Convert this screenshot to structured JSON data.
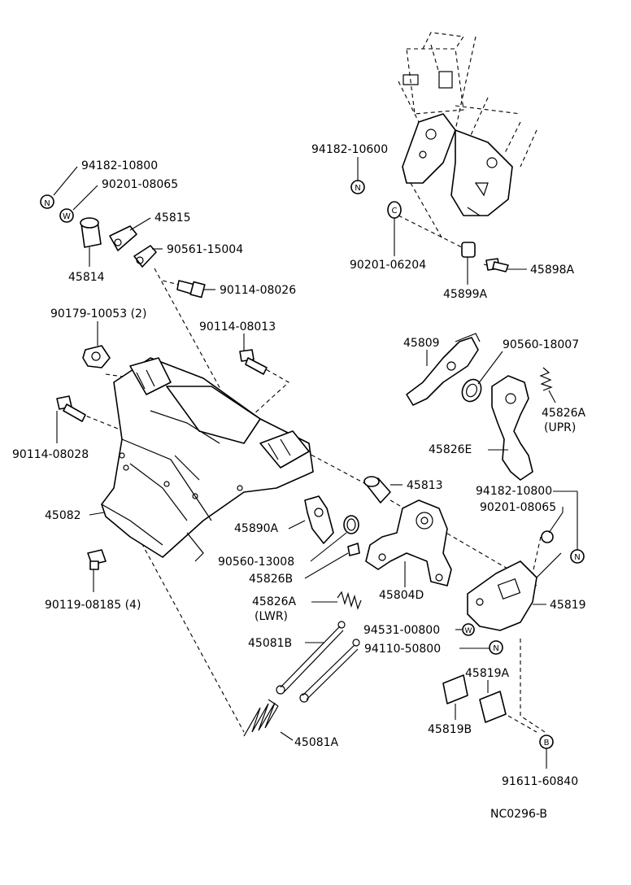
{
  "diagram_id": "NC0296-B",
  "labels": {
    "p94182_10800_a": "94182-10800",
    "p90201_08065_a": "90201-08065",
    "p45815": "45815",
    "p90561_15004": "90561-15004",
    "p45814": "45814",
    "p90114_08026": "90114-08026",
    "p94182_10600": "94182-10600",
    "p90201_06204": "90201-06204",
    "p45898a": "45898A",
    "p45899a": "45899A",
    "p90179_10053": "90179-10053 (2)",
    "p90114_08013": "90114-08013",
    "p45809": "45809",
    "p90560_18007": "90560-18007",
    "p45826a_upr": "45826A",
    "p45826a_upr_note": "(UPR)",
    "p90114_08028": "90114-08028",
    "p45826e": "45826E",
    "p45813": "45813",
    "p94182_10800_b": "94182-10800",
    "p90201_08065_b": "90201-08065",
    "p45082": "45082",
    "p45890a": "45890A",
    "p90560_13008": "90560-13008",
    "p45826b": "45826B",
    "p45804d": "45804D",
    "p45819": "45819",
    "p90119_08185": "90119-08185 (4)",
    "p45826a_lwr": "45826A",
    "p45826a_lwr_note": "(LWR)",
    "p94531_00800": "94531-00800",
    "p94110_50800": "94110-50800",
    "p45081b": "45081B",
    "p45819a": "45819A",
    "p45819b": "45819B",
    "p45081a": "45081A",
    "p91611_60840": "91611-60840"
  },
  "markers": {
    "nut": "N",
    "washer": "W",
    "collar": "C",
    "bolt": "B"
  }
}
